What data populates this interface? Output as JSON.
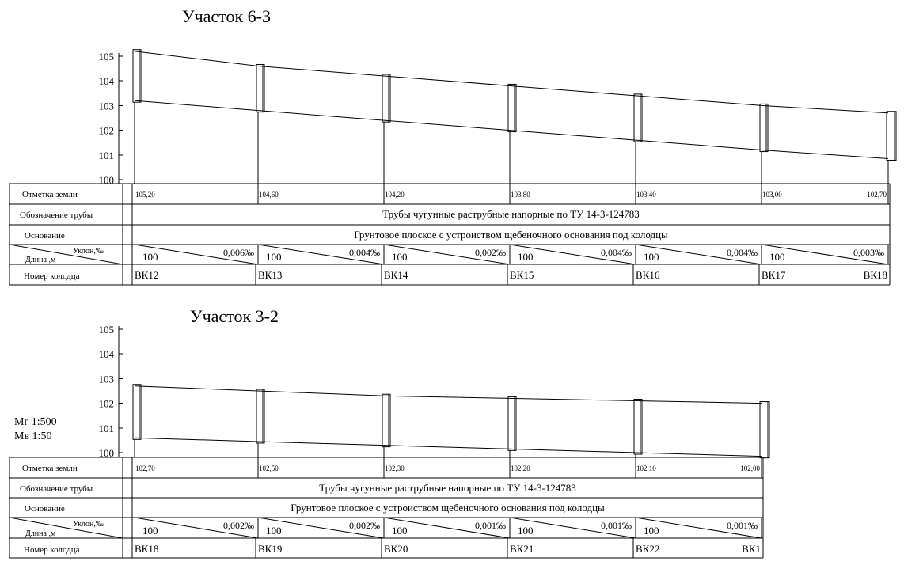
{
  "scale": {
    "horizontal": "Мг 1:500",
    "vertical": "Мв 1:50"
  },
  "row_labels": {
    "ground": "Отметка земли",
    "pipe": "Обозначение трубы",
    "base": "Основание",
    "slope": "Уклон,‰",
    "length": "Длина ,м",
    "well": "Номер колодца"
  },
  "y_axis_ticks": [
    "100",
    "101",
    "102",
    "103",
    "104",
    "105"
  ],
  "sections": [
    {
      "title": "Участок 6-3",
      "pipe_text": "Трубы чугунные раструбные напорные по ТУ 14-3-124783",
      "base_text": "Грунтовое плоское с устроиством щебеночного основания под колодцы",
      "ground_marks": [
        "105,20",
        "104,60",
        "104,20",
        "103,80",
        "103,40",
        "103,00",
        "102,70"
      ],
      "segments": [
        {
          "length": "100",
          "slope": "0,006‰"
        },
        {
          "length": "100",
          "slope": "0,004‰"
        },
        {
          "length": "100",
          "slope": "0,002‰"
        },
        {
          "length": "100",
          "slope": "0,004‰"
        },
        {
          "length": "100",
          "slope": "0,004‰"
        },
        {
          "length": "100",
          "slope": "0,003‰"
        }
      ],
      "wells": [
        "ВК12",
        "ВК13",
        "ВК14",
        "ВК15",
        "ВК16",
        "ВК17",
        "ВК18"
      ],
      "profile": {
        "ground": [
          105.2,
          104.6,
          104.2,
          103.8,
          103.4,
          103.0,
          102.7
        ],
        "pipe": [
          103.2,
          102.8,
          102.4,
          102.0,
          101.6,
          101.2,
          100.85
        ]
      }
    },
    {
      "title": "Участок 3-2",
      "pipe_text": "Трубы чугунные раструбные напорные по ТУ 14-3-124783",
      "base_text": "Грунтовое плоское с устроиством щебеночного основания под колодцы",
      "ground_marks": [
        "102,70",
        "102,50",
        "102,30",
        "102,20",
        "102,10",
        "102,00"
      ],
      "segments": [
        {
          "length": "100",
          "slope": "0,002‰"
        },
        {
          "length": "100",
          "slope": "0,002‰"
        },
        {
          "length": "100",
          "slope": "0,001‰"
        },
        {
          "length": "100",
          "slope": "0,001‰"
        },
        {
          "length": "100",
          "slope": "0,001‰"
        }
      ],
      "wells": [
        "ВК18",
        "ВК19",
        "ВК20",
        "ВК21",
        "ВК22",
        "ВК1"
      ],
      "profile": {
        "ground": [
          102.7,
          102.5,
          102.3,
          102.2,
          102.1,
          102.0
        ],
        "pipe": [
          100.6,
          100.45,
          100.3,
          100.15,
          100.0,
          99.85
        ]
      }
    }
  ]
}
